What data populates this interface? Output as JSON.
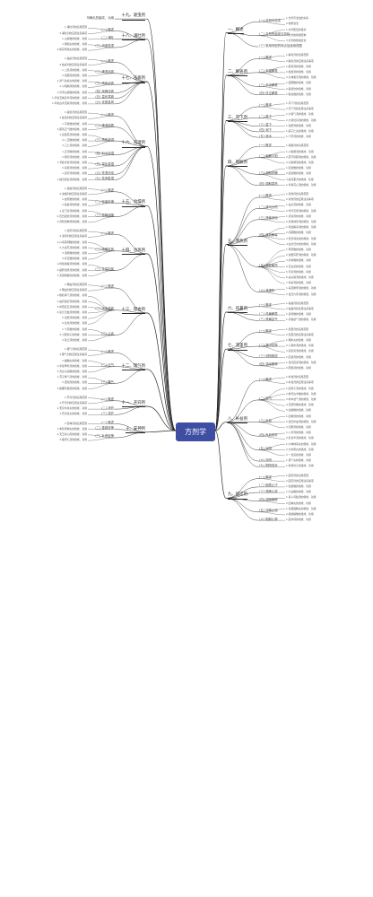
{
  "root": "方剂学",
  "right": [
    {
      "title": "一、概述",
      "subs": [
        {
          "label": "(一) 方剂与治法",
          "leaves": [
            "1.方剂与治法的关系",
            "2.常用治法"
          ]
        },
        {
          "label": "(二) 方剂的组成与变化",
          "leaves": [
            "1.方剂配伍的目的",
            "2.方剂的组成结构",
            "3.方剂的组成变化"
          ]
        },
        {
          "label": "(三) 常用剂型的特点及适用范围",
          "leaves": []
        }
      ]
    },
    {
      "title": "二、解表剂",
      "subs": [
        {
          "label": "(一) 概述",
          "leaves": [
            "1.解表剂的适用范围",
            "2.解表剂的应用注意事项"
          ]
        },
        {
          "label": "(二) 辛温解表",
          "leaves": [
            "1.麻黄汤的组成、功用",
            "2.桂枝汤的组成、功用",
            "3.九味羌活汤的组成、功用"
          ]
        },
        {
          "label": "(三) 辛凉解表",
          "leaves": [
            "1.银翘散的组成、功用",
            "2.桑菊饮的组成、功用"
          ]
        },
        {
          "label": "(四) 扶正解表",
          "leaves": [
            "1.败毒散的组成、功用"
          ]
        }
      ]
    },
    {
      "title": "三、泻下剂",
      "subs": [
        {
          "label": "(一) 概述",
          "leaves": [
            "1.泻下剂的适用范围",
            "2.泻下剂的应用注意事项"
          ]
        },
        {
          "label": "(二) 寒下",
          "leaves": [
            "1.大承气汤的组成、功用",
            "2.大黄牡丹汤的组成、功用"
          ]
        },
        {
          "label": "(三) 温下",
          "leaves": [
            "1.温脾汤的组成、功用"
          ]
        },
        {
          "label": "(四) 润下",
          "leaves": [
            "1.麻子仁丸的组成、功用"
          ]
        },
        {
          "label": "(五) 逐水",
          "leaves": [
            "1.十枣汤的组成、功用"
          ]
        }
      ]
    },
    {
      "title": "四、和解剂",
      "subs": [
        {
          "label": "(一) 概述",
          "leaves": [
            "1.和解剂的适用范围"
          ]
        },
        {
          "label": "(二) 和解少阳",
          "leaves": [
            "1.小柴胡汤的组成、功用",
            "2.蒿芩清胆汤的组成、功用",
            "3.大柴胡汤的组成、功用"
          ]
        },
        {
          "label": "(三) 调和肝脾",
          "leaves": [
            "1.四逆散的组成、功用",
            "2.逍遥散的组成、功用",
            "3.痛泻要方的组成、功用"
          ]
        },
        {
          "label": "(四) 调和寒热",
          "leaves": [
            "1.半夏泻心汤的组成、功用"
          ]
        }
      ]
    },
    {
      "title": "五、清热剂",
      "subs": [
        {
          "label": "(一) 概述",
          "leaves": [
            "1.清热剂的适用范围",
            "2.清热剂的应用注意事项"
          ]
        },
        {
          "label": "(二) 清气分热",
          "leaves": [
            "1.白虎汤的组成、功用",
            "2.竹叶石膏汤的组成、功用"
          ]
        },
        {
          "label": "(三) 清营凉血",
          "leaves": [
            "1.清营汤的组成、功用",
            "2.犀角地黄汤的组成、功用"
          ]
        },
        {
          "label": "(四) 清热解毒",
          "leaves": [
            "1.黄连解毒汤的组成、功用",
            "2.凉膈散的组成、功用",
            "3.普济消毒饮的组成、功用",
            "4.仙方活命饮的组成、功用"
          ]
        },
        {
          "label": "(五) 清脏腑热",
          "leaves": [
            "1.导赤散的组成、功用",
            "2.龙胆泻肝汤的组成、功用",
            "3.清胃散的组成、功用",
            "4.玉女煎的组成、功用",
            "5.芍药汤的组成、功用",
            "6.白头翁汤的组成、功用",
            "7.苇茎汤的组成、功用"
          ]
        },
        {
          "label": "(六) 清虚热",
          "leaves": [
            "1.青蒿鳖甲汤的组成、功用",
            "2.当归六黄汤的组成、功用"
          ]
        }
      ]
    },
    {
      "title": "六、祛暑剂",
      "subs": [
        {
          "label": "(一) 概述",
          "leaves": [
            "1.祛暑剂的适用范围",
            "2.祛暑剂的应用注意事项"
          ]
        },
        {
          "label": "(二) 祛暑解表",
          "leaves": [
            "1.香薷散的组成、功用"
          ]
        },
        {
          "label": "(三) 清暑益气",
          "leaves": [
            "1.清暑益气汤的组成、功用"
          ]
        }
      ]
    },
    {
      "title": "七、温里剂",
      "subs": [
        {
          "label": "(一) 概述",
          "leaves": [
            "1.温里剂的适用范围",
            "2.温里剂的应用注意事项"
          ]
        },
        {
          "label": "(二) 温中祛寒",
          "leaves": [
            "1.理中丸的组成、功用",
            "2.小建中汤的组成、功用",
            "3.吴茱萸汤的组成、功用"
          ]
        },
        {
          "label": "(三) 回阳救逆",
          "leaves": [
            "1.四逆汤的组成、功用"
          ]
        },
        {
          "label": "(四) 温经散寒",
          "leaves": [
            "1.当归四逆汤的组成、功用",
            "2.阳和汤的组成、功用"
          ]
        }
      ]
    },
    {
      "title": "八、补益剂",
      "subs": [
        {
          "label": "(一) 概述",
          "leaves": [
            "1.补益剂的适用范围",
            "2.补益剂的应用注意事项"
          ]
        },
        {
          "label": "(二) 补气",
          "leaves": [
            "1.四君子汤的组成、功用",
            "2.参苓白术散的组成、功用",
            "3.补中益气汤的组成、功用",
            "4.玉屏风散的组成、功用",
            "5.生脉散的组成、功用"
          ]
        },
        {
          "label": "(三) 补血",
          "leaves": [
            "1.四物汤的组成、功用",
            "2.当归补血汤的组成、功用",
            "3.归脾汤的组成、功用"
          ]
        },
        {
          "label": "(四) 气血双补",
          "leaves": [
            "1.八珍汤的组成、功用",
            "2.炙甘草汤的组成、功用"
          ]
        },
        {
          "label": "(五) 补阴",
          "leaves": [
            "1.六味地黄丸的组成、功用",
            "2.大补阴丸的组成、功用",
            "3.一贯煎的组成、功用"
          ]
        },
        {
          "label": "(六) 补阳",
          "leaves": [
            "1.肾气丸的组成、功用"
          ]
        },
        {
          "label": "(七) 阴阳双补",
          "leaves": [
            "1.地黄饮子的组成、功用"
          ]
        }
      ]
    },
    {
      "title": "九、固涩剂",
      "subs": [
        {
          "label": "(一) 概述",
          "leaves": [
            "1.固涩剂的适用范围",
            "2.固涩剂的应用注意事项"
          ]
        },
        {
          "label": "(二) 固表止汗",
          "leaves": [
            "1.牡蛎散的组成、功用"
          ]
        },
        {
          "label": "(三) 敛肺止咳",
          "leaves": [
            "1.九仙散的组成、功用"
          ]
        },
        {
          "label": "(四) 涩肠固脱",
          "leaves": [
            "1.真人养脏汤的组成、功用",
            "2.四神丸的组成、功用"
          ]
        },
        {
          "label": "(五) 涩精止遗",
          "leaves": [
            "1.金锁固精丸的组成、功用",
            "2.桑螵蛸散的组成、功用"
          ]
        },
        {
          "label": "(六) 固崩止带",
          "leaves": [
            "1.固冲汤的组成、功用"
          ]
        }
      ]
    }
  ],
  "left": [
    {
      "title": "十九、驱虫剂",
      "subs": [
        {
          "label": "乌梅丸的组成、功用",
          "leaves": []
        }
      ]
    },
    {
      "title": "十八、涌吐剂",
      "subs": [
        {
          "label": "(一) 概述",
          "leaves": [
            "1.涌吐剂的适用范围",
            "2.涌吐剂的应用注意事项"
          ]
        },
        {
          "label": "(二) 涌吐",
          "leaves": [
            "1.瓜蒂散的组成、功用"
          ]
        },
        {
          "label": "(三) 消食导滞",
          "leaves": [
            "1.保和丸的组成、功用",
            "2.枳实导滞丸的组成、功用"
          ]
        }
      ]
    },
    {
      "title": "十七、祛痰剂",
      "subs": [
        {
          "label": "(一) 概述",
          "leaves": [
            "1.祛痰剂的适用范围",
            "2.祛痰剂的应用注意事项"
          ]
        },
        {
          "label": "(二) 燥湿化痰",
          "leaves": [
            "1.二陈汤的组成、功用",
            "2.温胆汤的组成、功用"
          ]
        },
        {
          "label": "(三) 清热化痰",
          "leaves": [
            "1.清气化痰丸的组成、功用",
            "2.小陷胸汤的组成、功用"
          ]
        },
        {
          "label": "(四) 润燥化痰",
          "leaves": [
            "1.贝母瓜蒌散的组成、功用"
          ]
        },
        {
          "label": "(五) 温化寒痰",
          "leaves": [
            "1.苓甘五味姜辛汤的组成、功用"
          ]
        },
        {
          "label": "(六) 化痰息风",
          "leaves": [
            "1.半夏白术天麻汤的组成、功用"
          ]
        }
      ]
    },
    {
      "title": "十六、祛湿剂",
      "subs": [
        {
          "label": "(一) 概述",
          "leaves": [
            "1.祛湿剂的适用范围",
            "2.祛湿剂的应用注意事项"
          ]
        },
        {
          "label": "(二) 燥湿和胃",
          "leaves": [
            "1.平胃散的组成、功用",
            "2.藿香正气散的组成、功用"
          ]
        },
        {
          "label": "(三) 清热祛湿",
          "leaves": [
            "1.茵陈蒿汤的组成、功用",
            "2.八正散的组成、功用",
            "3.三仁汤的组成、功用"
          ]
        },
        {
          "label": "(四) 利水渗湿",
          "leaves": [
            "1.五苓散的组成、功用",
            "2.猪苓汤的组成、功用"
          ]
        },
        {
          "label": "(五) 温化寒湿",
          "leaves": [
            "1.苓桂术甘汤的组成、功用",
            "2.真武汤的组成、功用"
          ]
        },
        {
          "label": "(六) 祛湿化浊",
          "leaves": [
            "1.完带汤的组成、功用"
          ]
        },
        {
          "label": "(七) 祛风胜湿",
          "leaves": [
            "1.独活寄生汤的组成、功用"
          ]
        }
      ]
    },
    {
      "title": "十五、治燥剂",
      "subs": [
        {
          "label": "(一) 概述",
          "leaves": [
            "1.治燥剂的适用范围",
            "2.治燥剂的应用注意事项"
          ]
        },
        {
          "label": "(二) 轻宣外燥",
          "leaves": [
            "1.杏苏散的组成、功用",
            "2.桑杏汤的组成、功用"
          ]
        },
        {
          "label": "(三) 滋阴润燥",
          "leaves": [
            "1.麦门冬汤的组成、功用",
            "2.百合固金汤的组成、功用",
            "3.养阴清肺汤的组成、功用"
          ]
        }
      ]
    },
    {
      "title": "十四、治风剂",
      "subs": [
        {
          "label": "(一) 概述",
          "leaves": [
            "1.治风剂的适用范围",
            "2.治风剂的应用注意事项"
          ]
        },
        {
          "label": "(二) 疏散外风",
          "leaves": [
            "1.川芎茶调散的组成、功用",
            "2.大秦艽汤的组成、功用",
            "3.消风散的组成、功用",
            "4.牵正散的组成、功用"
          ]
        },
        {
          "label": "(三) 平息内风",
          "leaves": [
            "1.羚角钩藤汤的组成、功用",
            "2.镇肝熄风汤的组成、功用",
            "3.天麻钩藤饮的组成、功用"
          ]
        }
      ]
    },
    {
      "title": "十三、理血剂",
      "subs": [
        {
          "label": "(一) 概述",
          "leaves": [
            "1.理血剂的适用范围",
            "2.理血剂的应用注意事项"
          ]
        },
        {
          "label": "(二) 活血祛瘀",
          "leaves": [
            "1.桃核承气汤的组成、功用",
            "2.血府逐瘀汤的组成、功用",
            "3.补阳还五汤的组成、功用",
            "4.复元活血汤的组成、功用",
            "5.温经汤的组成、功用",
            "6.生化汤的组成、功用"
          ]
        },
        {
          "label": "(三) 止血",
          "leaves": [
            "1.十灰散的组成、功用",
            "2.小蓟饮子的组成、功用",
            "3.黄土汤的组成、功用"
          ]
        }
      ]
    },
    {
      "title": "十二、理气剂",
      "subs": [
        {
          "label": "(一) 概述",
          "leaves": [
            "1.理气剂的适用范围",
            "2.理气剂的应用注意事项"
          ]
        },
        {
          "label": "(二) 行气",
          "leaves": [
            "1.越鞠丸的组成、功用",
            "2.半夏厚朴汤的组成、功用",
            "3.天台乌药散的组成、功用"
          ]
        },
        {
          "label": "(三) 降气",
          "leaves": [
            "1.苏子降气汤的组成、功用",
            "2.定喘汤的组成、功用",
            "3.旋覆代赭汤的组成、功用"
          ]
        }
      ]
    },
    {
      "title": "十一、开窍剂",
      "subs": [
        {
          "label": "(一) 概述",
          "leaves": [
            "1.开窍剂的适用范围",
            "2.开窍剂的应用注意事项"
          ]
        },
        {
          "label": "(二) 凉开",
          "leaves": [
            "1.安宫牛黄丸的组成、功用"
          ]
        },
        {
          "label": "(三) 温开",
          "leaves": [
            "1.苏合香丸的组成、功用"
          ]
        }
      ]
    },
    {
      "title": "十、安神剂",
      "subs": [
        {
          "label": "(一) 概述",
          "leaves": [
            "1.安神剂的适用范围"
          ]
        },
        {
          "label": "(二) 重镇安神",
          "leaves": [
            "1.朱砂安神丸的组成、功用"
          ]
        },
        {
          "label": "(三) 补养安神",
          "leaves": [
            "1.天王补心丹的组成、功用",
            "2.酸枣仁汤的组成、功用"
          ]
        }
      ]
    }
  ],
  "colors": {
    "root_bg": "#3d4ea3",
    "line": "#2b2b2b",
    "root_text": "#ffffff"
  }
}
